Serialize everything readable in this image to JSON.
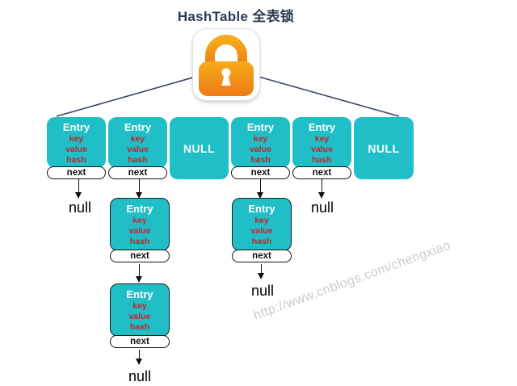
{
  "title": "HashTable 全表锁",
  "labels": {
    "entry": "Entry",
    "key": "key",
    "value": "value",
    "hash": "hash",
    "next": "next",
    "null_bucket": "NULL",
    "null_ref": "null"
  },
  "watermark": "http://www.cnblogs.com/chengxiao",
  "icons": {
    "lock": "padlock-icon"
  },
  "colors": {
    "teal": "#20BEC6",
    "field_red": "#C4232B",
    "title_navy": "#2E3A52",
    "connector_navy": "#3A4663",
    "lock_orange_top": "#F7AC1B",
    "lock_orange_bottom": "#ED7A15"
  },
  "structure": {
    "buckets": [
      {
        "index": 0,
        "type": "entry",
        "chain_length": 1,
        "tail": "null"
      },
      {
        "index": 1,
        "type": "entry",
        "chain_length": 3,
        "tail": "null"
      },
      {
        "index": 2,
        "type": "null"
      },
      {
        "index": 3,
        "type": "entry",
        "chain_length": 2,
        "tail": "null"
      },
      {
        "index": 4,
        "type": "entry",
        "chain_length": 1,
        "tail": "null"
      },
      {
        "index": 5,
        "type": "null"
      }
    ]
  }
}
